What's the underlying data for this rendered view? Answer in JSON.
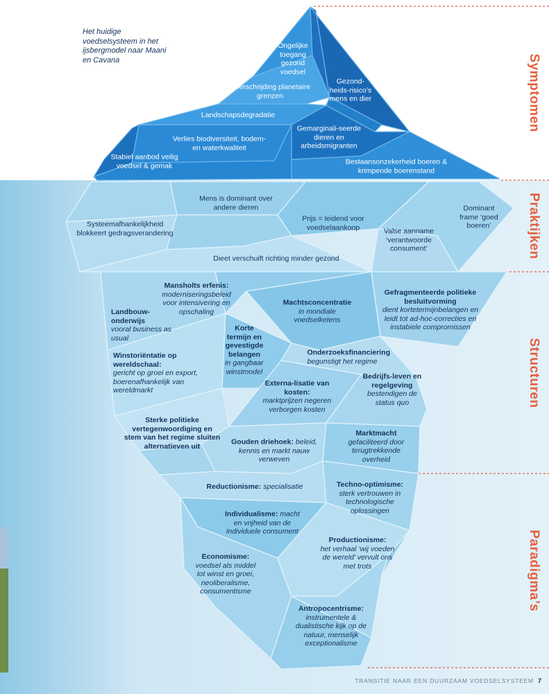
{
  "intro_text": "Het huidige voedselsysteem in het ijsbergmodel naar Maani en Cavana",
  "sections": {
    "symptomen": "Symptomen",
    "praktijken": "Praktijken",
    "structuren": "Structuren",
    "paradigmas": "Paradigma’s"
  },
  "footer": {
    "title": "TRANSITIE NAAR EEN DUURZAAM VOEDSELSYSTEEM",
    "page": "7"
  },
  "colors": {
    "accent": "#e5603f",
    "text": "#14325c",
    "tip_dark": "#1a74c2",
    "tip_light": "#3ea0e4",
    "ice": "#8ecbea",
    "water": "#cde6f4"
  },
  "symptoms": {
    "ongelijke": "Ongelijke toegang gezond voedsel",
    "gezondheid": "Gezond-heids-risico’s mens en dier",
    "overschrijding": "Overschrijding planetaire grenzen",
    "landschap": "Landschapsdegradatie",
    "verlies": "Verlies biodiversiteit, bodem- en waterkwaliteit",
    "gemarginaliseerde": "Gemarginali-seerde dieren en arbeidsmigranten",
    "stabiel": "Stabiel aanbod veilig voedsel & gemak",
    "bestaans": "Bestaansonzekerheid boeren & krimpende boerenstand"
  },
  "practices": {
    "mens": "Mens is dominant over andere dieren",
    "systeem": "Systeemafhankelijkheid blokkeert gedragsverandering",
    "prijs": "Prijs = leidend voor voedselaankoop",
    "valse": "Valse aanname ‘verantwoorde consument’",
    "dominant": "Dominant frame ‘goed boeren’",
    "dieet": "Dieet verschuift richting minder gezond"
  },
  "structures": {
    "mansholt_title": "Mansholts erfenis:",
    "mansholt_text": "moderniseringsbeleid voor intensivering en opschaling",
    "landbouw_title": "Landbouw-onderwijs",
    "landbouw_text": "vooral business as usual",
    "macht_title": "Machtsconcentratie",
    "macht_text": "in mondiale voedselketens",
    "gefrag_title": "Gefragmenteerde politieke besluitvorming",
    "gefrag_text": "dient kortetermijnbelangen en leidt tot ad-hoc-correcties en instabiele compromissen",
    "korte_title": "Korte termijn en gevestigde belangen",
    "korte_text": "in gangbaar winstmodel",
    "onderzoek_title": "Onderzoeksfinanciering",
    "onderzoek_text": "begunstigt het regime",
    "winst_title": "Winstoriëntatie op wereldschaal:",
    "winst_text": "gericht op groei en export, boerenafhankelijk van wereldmarkt",
    "extern_title": "Externa-lisatie van kosten:",
    "extern_text": "marktprijzen negeren verborgen kosten",
    "bedrijfs_title": "Bedrijfs-leven en regelgeving",
    "bedrijfs_text": "bestendigen de status quo",
    "sterke_title": "Sterke politieke vertegenwoordiging en stem van het regime sluiten alternatieven uit",
    "gouden_title": "Gouden driehoek:",
    "gouden_text": "beleid, kennis en markt nauw verweven",
    "marktmacht_title": "Marktmacht",
    "marktmacht_text": "gefaciliteerd door terugtrekkende overheid"
  },
  "paradigms": {
    "reduct_title": "Reductionisme:",
    "reduct_text": "specialisatie",
    "techno_title": "Techno-optimisme:",
    "techno_text": "sterk vertrouwen in technologische oplossingen",
    "indiv_title": "Individualisme:",
    "indiv_text": "macht en vrijheid van de individuele consument",
    "econ_title": "Economisme:",
    "econ_text": "voedsel als middel tot winst en groei, neoliberalisme, consumentisme",
    "product_title": "Productionisme:",
    "product_text": "het verhaal ‘wij voeden de wereld’ vervult ons met trots",
    "antropo_title": "Antropocentrisme:",
    "antropo_text": "instrumentele & dualistische kijk op de natuur, menselijk exceptionalisme"
  }
}
